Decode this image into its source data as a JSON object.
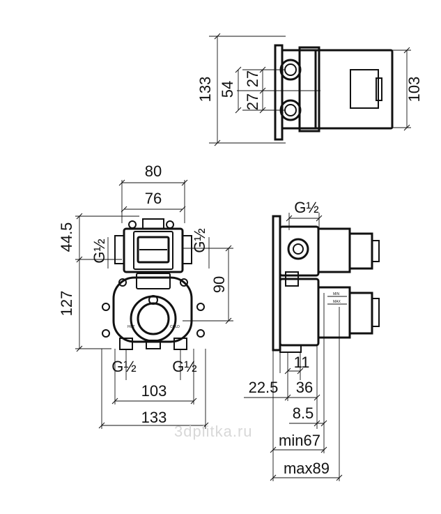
{
  "top_view": {
    "dim_overall_height": "133",
    "dim_inlet_spacing": "54",
    "dim_upper_half": "27",
    "dim_lower_half": "27",
    "dim_body_height": "103"
  },
  "front_view": {
    "dim_outer_width": "80",
    "dim_inner_width": "76",
    "dim_top_offset": "44.5",
    "dim_body_height": "127",
    "dim_center_distance": "90",
    "thread_left": "G½",
    "thread_right": "G½",
    "thread_bottom_left": "G½",
    "thread_bottom_right": "G½",
    "dim_outlet_spacing": "103",
    "dim_overall_width": "133",
    "label_hot": "HOT",
    "label_cold": "COLD"
  },
  "side_view": {
    "thread_top": "G½",
    "dim_outlet_depth": "11",
    "dim_depth_a": "22.5",
    "dim_depth_b": "36",
    "dim_plate_offset": "8.5",
    "dim_min_depth": "min67",
    "dim_max_depth": "max89",
    "label_min": "MIN",
    "label_max": "MAX"
  },
  "watermark": "3dplitka.ru"
}
